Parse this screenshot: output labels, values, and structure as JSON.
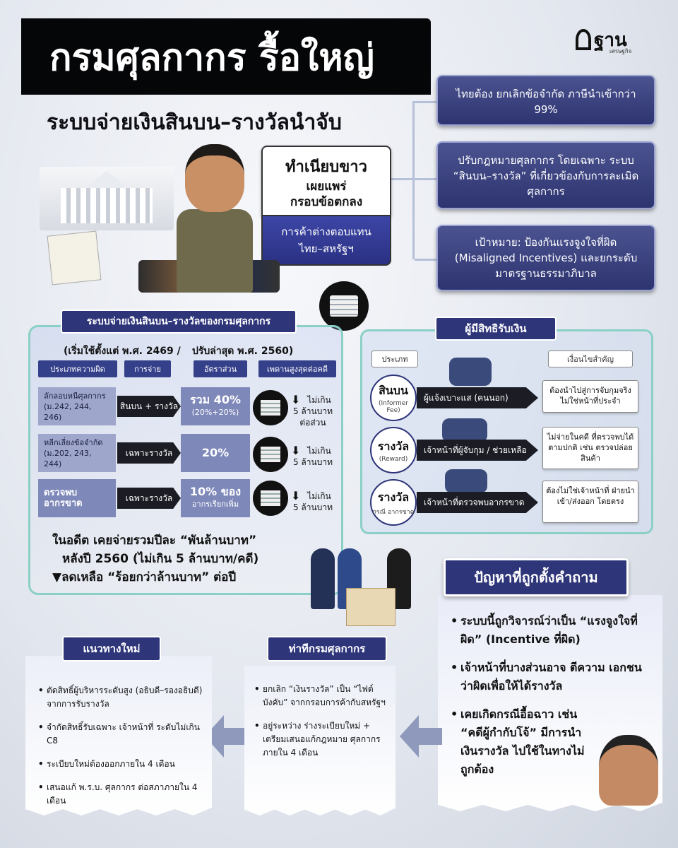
{
  "header": {
    "title": "กรมศุลกากร รื้อใหญ่",
    "subtitle": "ระบบจ่ายเงินสินบน–รางวัลนำจับ",
    "logo_text": "ฐาน",
    "logo_small": "เศรษฐกิจ"
  },
  "right_boxes": [
    {
      "text": "ไทยต้อง ยกเลิกข้อจำกัด ภาษีนำเข้ากว่า 99%"
    },
    {
      "text": "ปรับกฎหมายศุลกากร โดยเฉพาะ ระบบ “สินบน–รางวัล” ที่เกี่ยวข้องกับการละเมิดศุลกากร"
    },
    {
      "text": "เป้าหมาย: ป้องกันแรงจูงใจที่ผิด (Misaligned Incentives) และยกระดับ มาตรฐานธรรมาภิบาล"
    }
  ],
  "center": {
    "line1": "ทำเนียบขาว",
    "line2": "เผยแพร่",
    "line3": "กรอบข้อตกลง",
    "line4": "การค้าต่างตอบแทน",
    "line5": "ไทย–สหรัฐฯ"
  },
  "left_panel": {
    "heading": "ระบบจ่ายเงินสินบน–รางวัลของกรมศุลกากร",
    "since": "(เริ่มใช้ตั้งแต่ พ.ศ. 2469 /",
    "since2": "ปรับล่าสุด พ.ศ. 2560)",
    "columns": [
      "ประเภทความผิด",
      "การจ่าย",
      "อัตราส่วน",
      "เพดานสูงสุดต่อคดี"
    ],
    "rows": [
      {
        "offense": "ลักลอบหนีศุลกากร",
        "law": "(ม.242, 244, 246)",
        "pay": "สินบน + รางวัล",
        "rate": "รวม 40%",
        "rate_sub": "(20%+20%)",
        "max1": "ไม่เกิน",
        "max2": "5 ล้านบาท",
        "max3": "ต่อส่วน"
      },
      {
        "offense": "หลีกเลี่ยงข้อจำกัด",
        "law": "(ม.202, 243, 244)",
        "pay": "เฉพาะรางวัล",
        "rate": "20%",
        "rate_sub": "",
        "max1": "ไม่เกิน",
        "max2": "5 ล้านบาท",
        "max3": ""
      },
      {
        "offense": "ตรวจพบ",
        "law": "อากรขาด",
        "pay": "เฉพาะรางวัล",
        "rate": "10% ของ",
        "rate_sub": "อากรเรียกเพิ่ม",
        "max1": "ไม่เกิน",
        "max2": "5 ล้านบาท",
        "max3": ""
      }
    ],
    "note1": "ในอดีต เคยจ่ายรวมปีละ “พันล้านบาท”",
    "note2": "หลังปี 2560 (ไม่เกิน 5 ล้านบาท/คดี)",
    "note3": "▼ลดเหลือ “ร้อยกว่าล้านบาท” ต่อปี"
  },
  "right_panel": {
    "heading": "ผู้มีสิทธิรับเงิน",
    "col_type": "ประเภท",
    "col_cond": "เงื่อนไขสำคัญ",
    "rows": [
      {
        "type": "สินบน",
        "type_en": "(Informer Fee)",
        "who": "ผู้แจ้งเบาะแส (คนนอก)",
        "cond": "ต้องนำไปสู่การจับกุมจริง ไม่ใช่หน้าที่ประจำ"
      },
      {
        "type": "รางวัล",
        "type_en": "(Reward)",
        "who": "เจ้าหน้าที่ผู้จับกุม / ช่วยเหลือ",
        "cond": "ไม่จ่ายในคดี ที่ตรวจพบได้ตามปกติ เช่น ตรวจปล่อยสินค้า"
      },
      {
        "type": "รางวัล",
        "type_en": "กรณี อากรขาด",
        "who": "เจ้าหน้าที่ตรวจพบอากรขาด",
        "cond": "ต้องไม่ใช่เจ้าหน้าที่ ฝ่ายนำเข้า/ส่งออก โดยตรง"
      }
    ]
  },
  "questions": {
    "heading": "ปัญหาที่ถูกตั้งคำถาม",
    "items": [
      "ระบบนี้ถูกวิจารณ์ว่าเป็น “แรงจูงใจที่ผิด” (Incentive ที่ผิด)",
      "เจ้าหน้าที่บางส่วนอาจ ตีความ เอกชนว่าผิดเพื่อให้ได้รางวัล",
      "เคยเกิดกรณีอื้อฉาว เช่น “คดีผู้กำกับโจ้” มีการนำเงินรางวัล ไปใช้ในทางไม่ถูกต้อง"
    ]
  },
  "customs_action": {
    "heading": "ท่าทีกรมศุลกากร",
    "items": [
      "ยกเลิก “เงินรางวัล” เป็น “ไฟต์บังคับ” จากกรอบการค้ากับสหรัฐฯ",
      "อยู่ระหว่าง ร่างระเบียบใหม่ + เตรียมเสนอแก้กฎหมาย ศุลกากร ภายใน 4 เดือน"
    ]
  },
  "new_approach": {
    "heading": "แนวทางใหม่",
    "items": [
      "ตัดสิทธิ์ผู้บริหารระดับสูง (อธิบดี–รองอธิบดี) จากการรับรางวัล",
      "จำกัดสิทธิ์รับเฉพาะ เจ้าหน้าที่ ระดับไม่เกิน C8",
      "ระเบียบใหม่ต้องออกภายใน 4 เดือน",
      "เสนอแก้ พ.ร.บ. ศุลกากร ต่อสภาภายใน 4 เดือน"
    ]
  }
}
